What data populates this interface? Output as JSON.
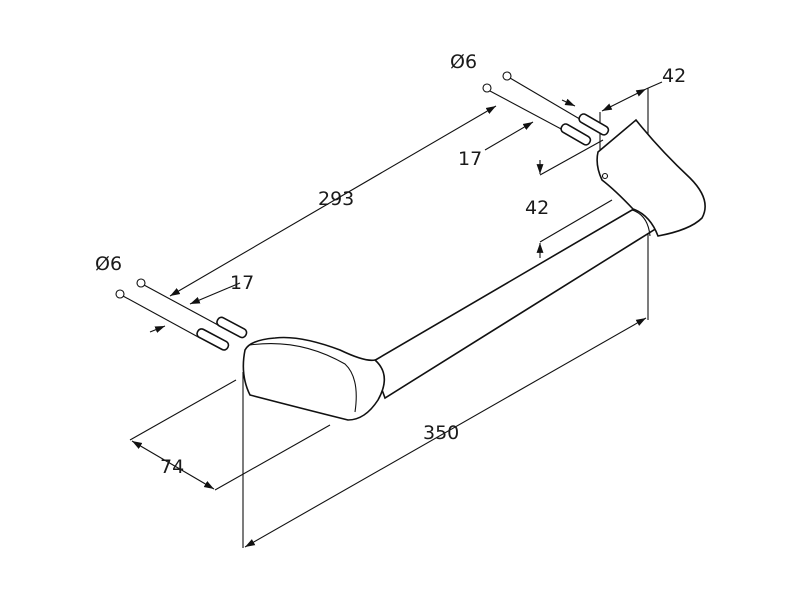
{
  "drawing": {
    "dimensions": {
      "screw_diameter_right": "Ø6",
      "screw_diameter_left": "Ø6",
      "depth_top": "42",
      "bar_offset": "42",
      "screw_spacing_right": "17",
      "screw_spacing_left": "17",
      "hole_distance": "293",
      "overall_length": "350",
      "projection": "74"
    }
  }
}
